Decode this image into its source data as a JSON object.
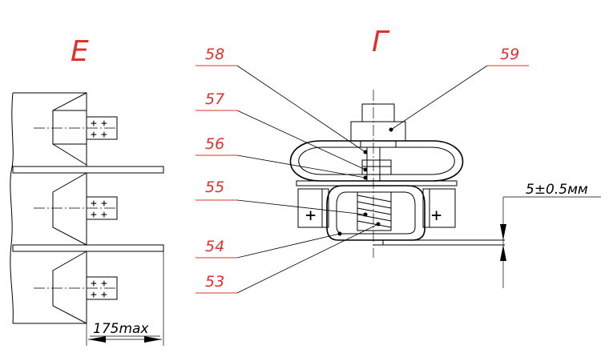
{
  "views": {
    "left_title": "Е",
    "right_title": "Г"
  },
  "callouts": [
    "58",
    "57",
    "56",
    "55",
    "54",
    "53",
    "59"
  ],
  "dimensions": {
    "gap": "175max",
    "offset": "5±0.5мм"
  },
  "colors": {
    "annotation": "#e0302a",
    "line": "#000000"
  }
}
